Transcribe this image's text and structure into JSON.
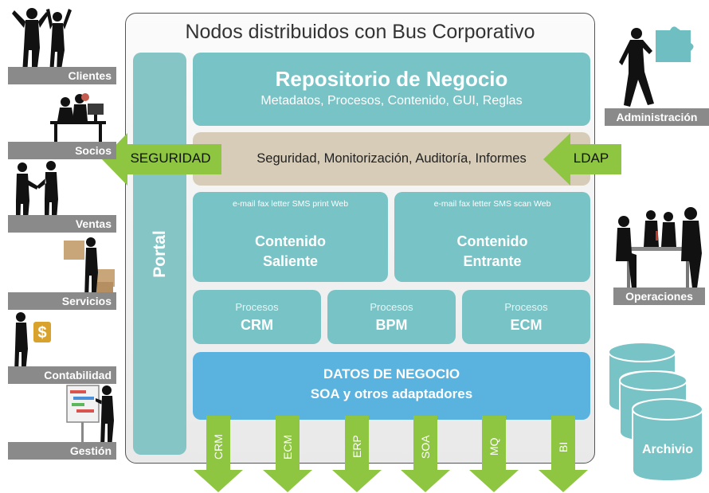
{
  "title": "Nodos distribuidos con  Bus Corporativo",
  "portal": "Portal",
  "repository": {
    "title": "Repositorio de Negocio",
    "subtitle": "Metadatos, Procesos, Contenido, GUI, Reglas"
  },
  "security_band": {
    "text": "Seguridad, Monitorización, Auditoría, Informes",
    "left_arrow": "SEGURIDAD",
    "right_arrow": "LDAP"
  },
  "content": {
    "outgoing": {
      "channels": "e-mail fax letter SMS print Web",
      "line1": "Contenido",
      "line2": "Saliente"
    },
    "incoming": {
      "channels": "e-mail fax letter SMS scan Web",
      "line1": "Contenido",
      "line2": "Entrante"
    }
  },
  "processes": [
    {
      "small": "Procesos",
      "big": "CRM"
    },
    {
      "small": "Procesos",
      "big": "BPM"
    },
    {
      "small": "Procesos",
      "big": "ECM"
    }
  ],
  "data": {
    "line1": "DATOS DE NEGOCIO",
    "line2": "SOA y otros adaptadores"
  },
  "outputs": [
    "CRM",
    "ECM",
    "ERP",
    "SOA",
    "MQ",
    "BI"
  ],
  "left_labels": [
    "Clientes",
    "Socios",
    "Ventas",
    "Servicios",
    "Contabilidad",
    "Gestión"
  ],
  "right_labels": {
    "admin": "Administración",
    "ops": "Operaciones",
    "archive": "Archivio"
  },
  "colors": {
    "teal": "#78c3c6",
    "portal": "#86c5c6",
    "band": "#d6ccb8",
    "data": "#5ab2de",
    "green_arrow": "#8ec641",
    "label_grey": "#8a8a8a"
  }
}
